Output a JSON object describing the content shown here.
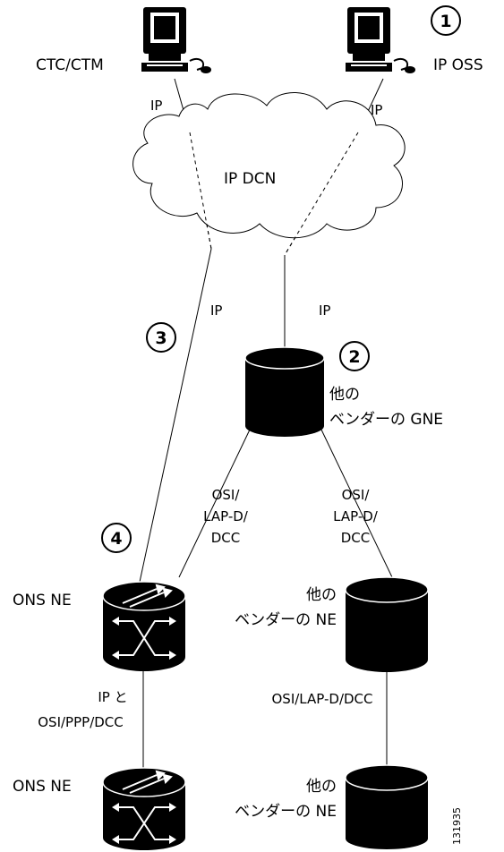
{
  "nodes": {
    "ctc_ctm": {
      "label": "CTC/CTM",
      "icon": "computer-icon"
    },
    "ip_oss": {
      "label": "IP OSS",
      "icon": "computer-icon"
    },
    "ip_dcn": {
      "label": "IP DCN",
      "icon": "cloud-icon"
    },
    "gne": {
      "label_line1": "他の",
      "label_line2": "ベンダーの GNE",
      "icon": "database-cylinder-icon"
    },
    "ons_ne_1": {
      "label": "ONS NE",
      "icon": "ons-router-icon"
    },
    "vendor_ne_1": {
      "label_line1": "他の",
      "label_line2": "ベンダーの NE",
      "icon": "database-cylinder-icon"
    },
    "ons_ne_2": {
      "label": "ONS NE",
      "icon": "ons-router-icon"
    },
    "vendor_ne_2": {
      "label_line1": "他の",
      "label_line2": "ベンダーの NE",
      "icon": "database-cylinder-icon"
    }
  },
  "links": {
    "ctc_ip": "IP",
    "oss_ip": "IP",
    "dcn_ons_ip": "IP",
    "dcn_gne_ip": "IP",
    "gne_ons_left_1": "OSI/",
    "gne_ons_left_2": "LAP-D/",
    "gne_ons_left_3": "DCC",
    "gne_vendor_right_1": "OSI/",
    "gne_vendor_right_2": "LAP-D/",
    "gne_vendor_right_3": "DCC",
    "ons_ons_1": "IP と",
    "ons_ons_2": "OSI/PPP/DCC",
    "vendor_vendor": "OSI/LAP-D/DCC"
  },
  "callouts": [
    "1",
    "2",
    "3",
    "4"
  ],
  "figure_id": "131935",
  "colors": {
    "line": "#000000",
    "fill": "#000000",
    "background": "#ffffff"
  }
}
